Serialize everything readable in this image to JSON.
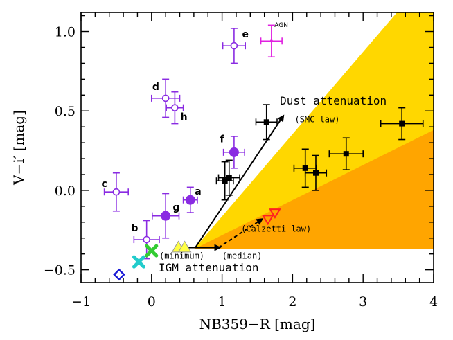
{
  "chart_data": {
    "type": "scatter",
    "xlabel": "NB359−R [mag]",
    "ylabel": "V−i′ [mag]",
    "xlim": [
      -1,
      4
    ],
    "ylim": [
      -0.58,
      1.12
    ],
    "xticks": [
      -1,
      0,
      1,
      2,
      3,
      4
    ],
    "yticks": [
      -0.5,
      0.0,
      0.5,
      1.0
    ],
    "colors": {
      "purple": "#8a2be2",
      "magenta": "#e020e0",
      "black": "#000000",
      "yellow_region": "#ffd700",
      "orange_region": "#ffa500",
      "green": "#33cc33",
      "cyan": "#22cccc",
      "blue": "#1a1ad6",
      "red": "#ff2020",
      "triangle_yellow": "#ffff44"
    },
    "regions": [
      {
        "name": "yellow-region",
        "color": "#ffd700",
        "vertices": [
          [
            0.6,
            -0.37
          ],
          [
            3.48,
            1.12
          ],
          [
            4.0,
            1.12
          ],
          [
            4.0,
            -0.37
          ]
        ]
      },
      {
        "name": "orange-region",
        "color": "#ffa500",
        "vertices": [
          [
            0.6,
            -0.37
          ],
          [
            4.0,
            0.38
          ],
          [
            4.0,
            -0.37
          ]
        ]
      }
    ],
    "purple_points": [
      {
        "label": "a",
        "x": 0.55,
        "y": -0.06,
        "filled": true,
        "xerr": 0.1,
        "yerr": 0.08,
        "lx": 0.66,
        "ly": -0.01
      },
      {
        "label": "b",
        "x": -0.07,
        "y": -0.31,
        "filled": false,
        "xerr": 0.18,
        "yerr": 0.12,
        "lx": -0.24,
        "ly": -0.24
      },
      {
        "label": "c",
        "x": -0.5,
        "y": -0.01,
        "filled": false,
        "xerr": 0.17,
        "yerr": 0.12,
        "lx": -0.67,
        "ly": 0.04
      },
      {
        "label": "d",
        "x": 0.2,
        "y": 0.58,
        "filled": false,
        "xerr": 0.2,
        "yerr": 0.12,
        "lx": 0.06,
        "ly": 0.65
      },
      {
        "label": "e",
        "x": 1.17,
        "y": 0.91,
        "filled": false,
        "xerr": 0.16,
        "yerr": 0.11,
        "lx": 1.33,
        "ly": 0.98
      },
      {
        "label": "f",
        "x": 1.17,
        "y": 0.24,
        "filled": true,
        "xerr": 0.15,
        "yerr": 0.1,
        "lx": 1.0,
        "ly": 0.32
      },
      {
        "label": "g",
        "x": 0.2,
        "y": -0.16,
        "filled": true,
        "xerr": 0.19,
        "yerr": 0.14,
        "lx": 0.35,
        "ly": -0.11
      },
      {
        "label": "h",
        "x": 0.33,
        "y": 0.52,
        "filled": false,
        "xerr": 0.12,
        "yerr": 0.1,
        "lx": 0.46,
        "ly": 0.46
      }
    ],
    "agn": {
      "label": "AGN",
      "x": 1.7,
      "y": 0.94,
      "xerr": 0.15,
      "yerr": 0.1,
      "lx": 1.84,
      "ly": 1.04
    },
    "black_points": [
      {
        "x": 1.04,
        "y": 0.06,
        "xerr": 0.12,
        "yerr": 0.12
      },
      {
        "x": 1.1,
        "y": 0.08,
        "xerr": 0.15,
        "yerr": 0.11
      },
      {
        "x": 1.63,
        "y": 0.43,
        "xerr": 0.15,
        "yerr": 0.11
      },
      {
        "x": 2.18,
        "y": 0.14,
        "xerr": 0.16,
        "yerr": 0.12
      },
      {
        "x": 2.33,
        "y": 0.11,
        "xerr": 0.15,
        "yerr": 0.11
      },
      {
        "x": 2.76,
        "y": 0.23,
        "xerr": 0.24,
        "yerr": 0.1
      },
      {
        "x": 3.55,
        "y": 0.42,
        "xerr": 0.3,
        "yerr": 0.1
      }
    ],
    "arrows": [
      {
        "name": "dust-arrow",
        "from": [
          0.62,
          -0.36
        ],
        "to": [
          1.87,
          0.47
        ],
        "dashed": false
      },
      {
        "name": "calzetti-arrow",
        "from": [
          0.95,
          -0.36
        ],
        "to": [
          1.57,
          -0.18
        ],
        "dashed": true
      },
      {
        "name": "igm-arrow",
        "from": [
          0.4,
          -0.36
        ],
        "to": [
          0.97,
          -0.36
        ],
        "dashed": false
      }
    ],
    "extra_markers": [
      {
        "name": "yellow-triangle-1",
        "shape": "triangle-up",
        "x": 0.38,
        "y": -0.36,
        "color": "#ffff44"
      },
      {
        "name": "yellow-triangle-2",
        "shape": "triangle-up",
        "x": 0.47,
        "y": -0.36,
        "color": "#ffff44"
      },
      {
        "name": "red-triangle-1",
        "shape": "triangle-down",
        "x": 1.65,
        "y": -0.18,
        "color": "#ff2020"
      },
      {
        "name": "red-triangle-2",
        "shape": "triangle-down",
        "x": 1.75,
        "y": -0.14,
        "color": "#ff2020"
      },
      {
        "name": "green-x",
        "shape": "x",
        "x": 0.0,
        "y": -0.38,
        "color": "#33cc33"
      },
      {
        "name": "cyan-x",
        "shape": "x",
        "x": -0.18,
        "y": -0.45,
        "color": "#22cccc"
      },
      {
        "name": "blue-diamond",
        "shape": "diamond",
        "x": -0.46,
        "y": -0.53,
        "color": "#1a1ad6"
      }
    ],
    "annotations": [
      {
        "name": "dust-attenuation-label",
        "text": "Dust attenuation",
        "x": 1.82,
        "y": 0.54,
        "style": "annot"
      },
      {
        "name": "smc-law-label",
        "text": "(SMC law)",
        "x": 2.03,
        "y": 0.43,
        "style": "annot-small"
      },
      {
        "name": "calzetti-law-label",
        "text": "(Calzetti law)",
        "x": 1.27,
        "y": -0.26,
        "style": "annot-small"
      },
      {
        "name": "minimum-label",
        "text": "(minimum)",
        "x": 0.11,
        "y": -0.43,
        "style": "annot-small"
      },
      {
        "name": "median-label",
        "text": "(median)",
        "x": 1.0,
        "y": -0.43,
        "style": "annot-small"
      },
      {
        "name": "igm-attenuation-label",
        "text": "IGM attenuation",
        "x": 0.1,
        "y": -0.51,
        "style": "annot"
      }
    ],
    "grid": false,
    "legend": "none"
  }
}
